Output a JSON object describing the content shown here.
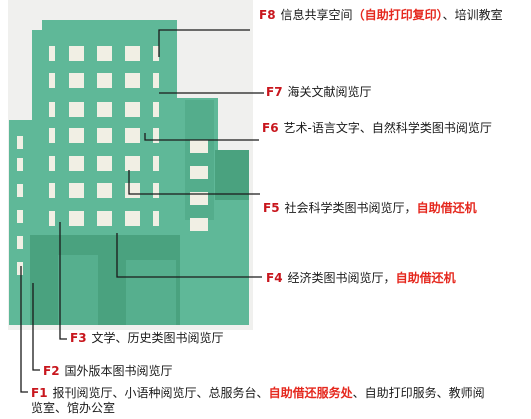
{
  "colors": {
    "building_main": "#5fb898",
    "building_dark": "#4aa27f",
    "window": "#f1efe4",
    "leader": "#1a1a1a",
    "floor_label": "#c8161d",
    "highlight": "#e5281e"
  },
  "floors": [
    {
      "floor": "F8",
      "parts": [
        {
          "text": "信息共享空间",
          "hl": false
        },
        {
          "text": "（自助打印复印）",
          "hl": true
        },
        {
          "text": "、培训教室",
          "hl": false
        }
      ]
    },
    {
      "floor": "F7",
      "parts": [
        {
          "text": "海关文献阅览厅",
          "hl": false
        }
      ]
    },
    {
      "floor": "F6",
      "parts": [
        {
          "text": "艺术-语言文字、自然科学类图书阅览厅",
          "hl": false
        }
      ]
    },
    {
      "floor": "F5",
      "parts": [
        {
          "text": "社会科学类图书阅览厅，",
          "hl": false
        },
        {
          "text": "自助借还机",
          "hl": true
        }
      ]
    },
    {
      "floor": "F4",
      "parts": [
        {
          "text": "经济类图书阅览厅，",
          "hl": false
        },
        {
          "text": "自助借还机",
          "hl": true
        }
      ]
    },
    {
      "floor": "F3",
      "parts": [
        {
          "text": "文学、历史类图书阅览厅",
          "hl": false
        }
      ]
    },
    {
      "floor": "F2",
      "parts": [
        {
          "text": "国外版本图书阅览厅",
          "hl": false
        }
      ]
    },
    {
      "floor": "F1",
      "parts": [
        {
          "text": "报刊阅览厅、小语种阅览厅、总服务台、",
          "hl": false
        },
        {
          "text": "自助借还服务处",
          "hl": true
        },
        {
          "text": "、自助打印服务、教师阅览室、馆办公室",
          "hl": false
        }
      ]
    }
  ]
}
